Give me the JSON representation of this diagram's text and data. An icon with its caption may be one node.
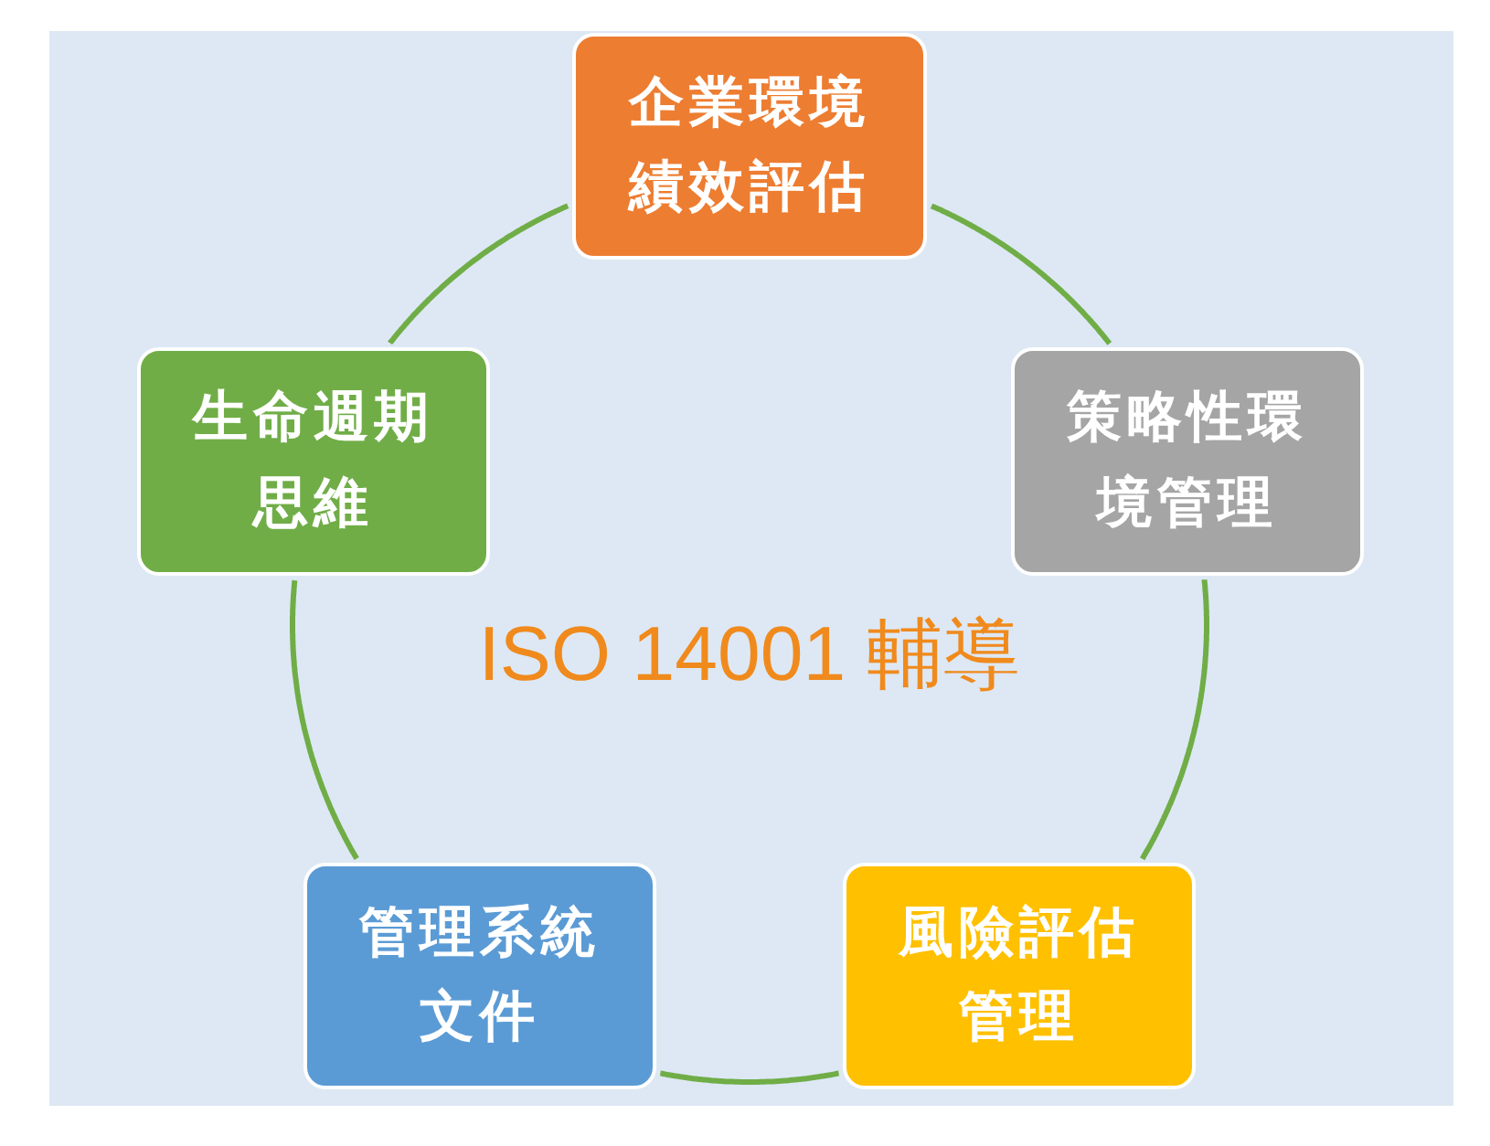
{
  "diagram": {
    "nodes": [
      {
        "text": [
          "企業環境績效評估"
        ]
      },
      {
        "text": [
          "生命週期思維"
        ]
      },
      {
        "text": [
          "策略性環境管理"
        ]
      },
      {
        "text": [
          "管理系統文件"
        ]
      },
      {
        "text": [
          "風險評估管理"
        ]
      }
    ],
    "edges": [
      {
        "from": 0,
        "to": 2,
        "arrow": "none"
      },
      {
        "from": 2,
        "to": 4,
        "arrow": "none"
      },
      {
        "from": 4,
        "to": 3,
        "arrow": "none"
      },
      {
        "from": 3,
        "to": 1,
        "arrow": "none"
      },
      {
        "from": 1,
        "to": 0,
        "arrow": "none"
      }
    ],
    "labels": [
      "ISO 14001 輔導"
    ]
  }
}
